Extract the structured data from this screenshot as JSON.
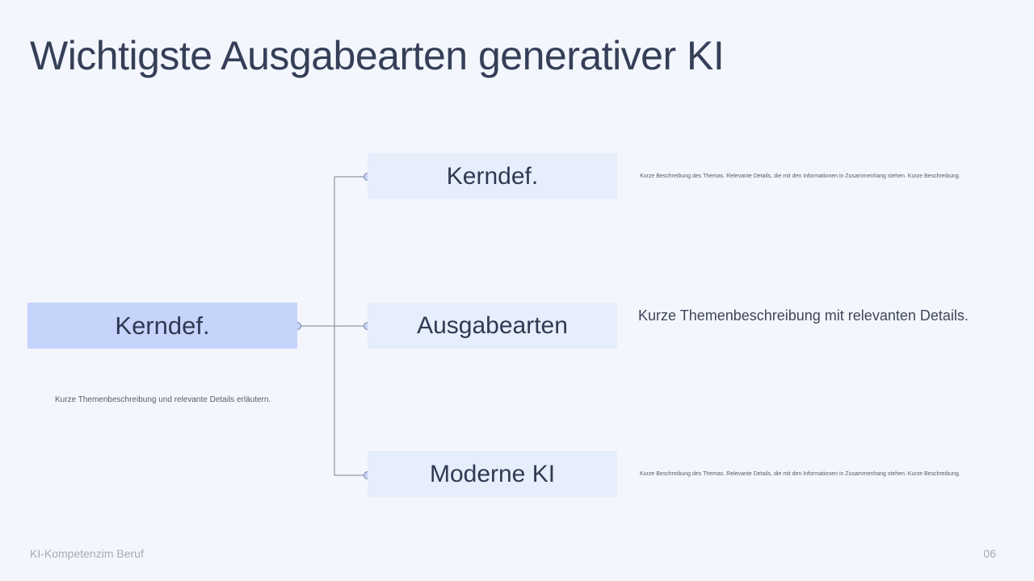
{
  "title": "Wichtigste Ausgabearten generativer KI",
  "root": {
    "label": "Kerndef.",
    "description": "Kurze Themenbeschreibung und relevante Details erläutern."
  },
  "children": [
    {
      "label": "Kerndef.",
      "description": "Kurze Beschreibung des Themas. Relevante Details, die mit den Informationen in Zusammenhang stehen. Kurze Beschreibung."
    },
    {
      "label": "Ausgabearten",
      "description": "Kurze Themenbeschreibung mit relevanten Details."
    },
    {
      "label": "Moderne KI",
      "description": "Kurze Beschreibung des Themas. Relevante Details, die mit den Informationen in Zusammenhang stehen. Kurze Beschreibung."
    }
  ],
  "footer": {
    "left": "KI-Kompetenzim Beruf",
    "page": "06"
  },
  "colors": {
    "root_fill": "#c6d3fb",
    "child_fill": "#e6edfb",
    "connector": "#7a8194"
  }
}
